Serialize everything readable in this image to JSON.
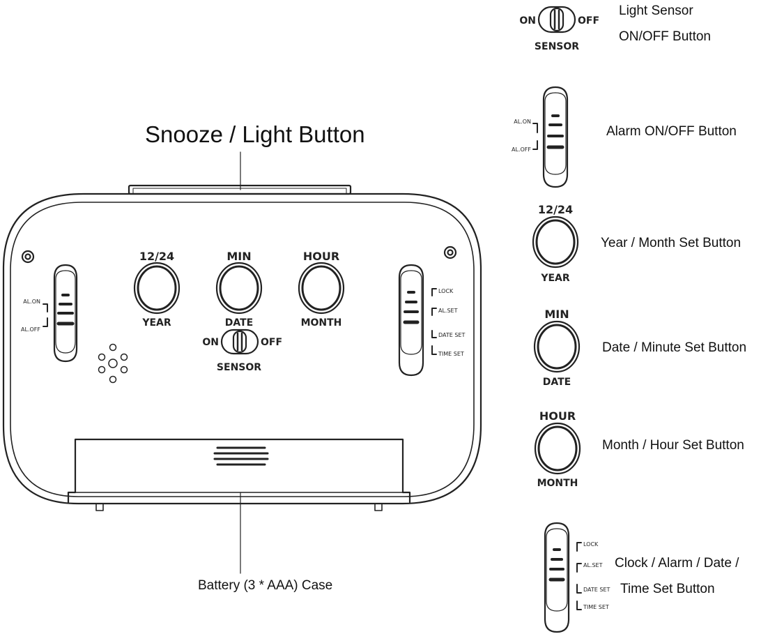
{
  "callouts": {
    "snooze_light": "Snooze / Light Button",
    "battery_case": "Battery (3 * AAA) Case",
    "light_sensor_line1": "Light Sensor",
    "light_sensor_line2": "ON/OFF Button",
    "alarm_onoff": "Alarm ON/OFF Button",
    "year_month_set": "Year / Month Set Button",
    "date_minute_set": "Date / Minute Set Button",
    "month_hour_set": "Month / Hour Set Button",
    "mode_set_line1": "Clock / Alarm / Date /",
    "mode_set_line2": "Time Set Button"
  },
  "device_labels": {
    "btn_1224": "12/24",
    "btn_year": "YEAR",
    "btn_min": "MIN",
    "btn_date": "DATE",
    "btn_hour": "HOUR",
    "btn_month": "MONTH",
    "sensor_on": "ON",
    "sensor_off": "OFF",
    "sensor": "SENSOR",
    "alarm_on": "AL.ON",
    "alarm_off": "AL.OFF",
    "mode_lock": "LOCK",
    "mode_alset": "AL.SET",
    "mode_dateset": "DATE SET",
    "mode_timeset": "TIME SET"
  },
  "colors": {
    "line": "#222222",
    "background": "#ffffff"
  }
}
